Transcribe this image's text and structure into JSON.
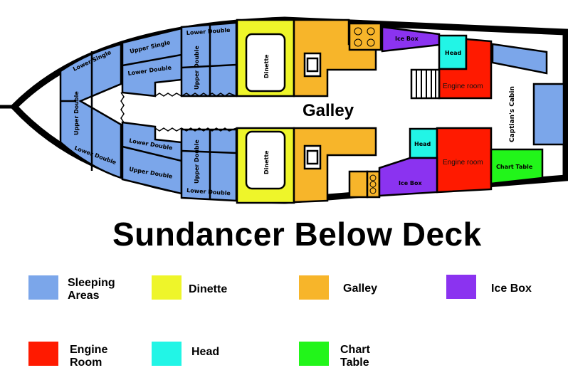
{
  "title": "Sundancer Below Deck",
  "galley_label": "Galley",
  "rooms": {
    "upper_double": "Upper Double",
    "lower_single": "Lower Single",
    "lower_double": "Lower Double",
    "upper_single": "Upper Single",
    "dinette": "Dinette",
    "ice_box": "Ice Box",
    "head": "Head",
    "engine_room": "Engine room",
    "captains_cabin": "Captian's Cabin",
    "chart_table": "Chart Table"
  },
  "colors": {
    "sleeping": "#7ba6ea",
    "dinette": "#eef52a",
    "galley": "#f7b52a",
    "ice_box": "#8b33f0",
    "engine": "#ff1a00",
    "head": "#22f5e6",
    "chart": "#22f51a"
  },
  "legend": [
    {
      "line1": "Sleeping",
      "line2": "Areas"
    },
    {
      "line1": "Dinette"
    },
    {
      "line1": "Galley"
    },
    {
      "line1": "Ice Box"
    },
    {
      "line1": "Engine",
      "line2": "Room"
    },
    {
      "line1": "Head"
    },
    {
      "line1": "Chart",
      "line2": "Table"
    }
  ]
}
